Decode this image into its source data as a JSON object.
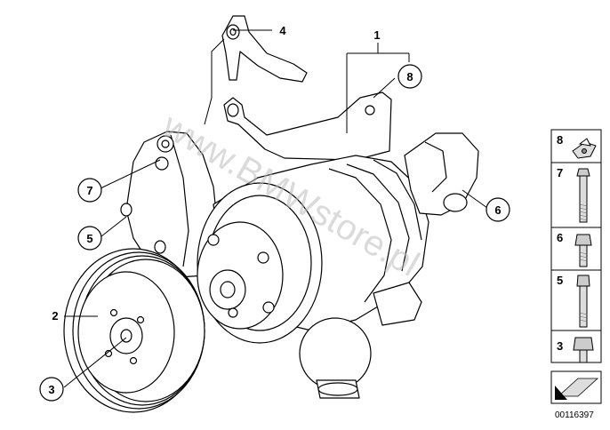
{
  "diagram": {
    "watermark": "www.BMWstore.pl",
    "document_number": "00116397",
    "callouts": [
      "1",
      "2",
      "3",
      "4",
      "5",
      "6",
      "7",
      "8"
    ],
    "legend": {
      "items": [
        {
          "number": "8",
          "icon": "clip-nut-icon"
        },
        {
          "number": "7",
          "icon": "long-hex-bolt-icon"
        },
        {
          "number": "6",
          "icon": "short-hex-bolt-icon"
        },
        {
          "number": "5",
          "icon": "long-bolt-icon"
        },
        {
          "number": "3",
          "icon": "hex-bolt-icon"
        }
      ]
    }
  }
}
